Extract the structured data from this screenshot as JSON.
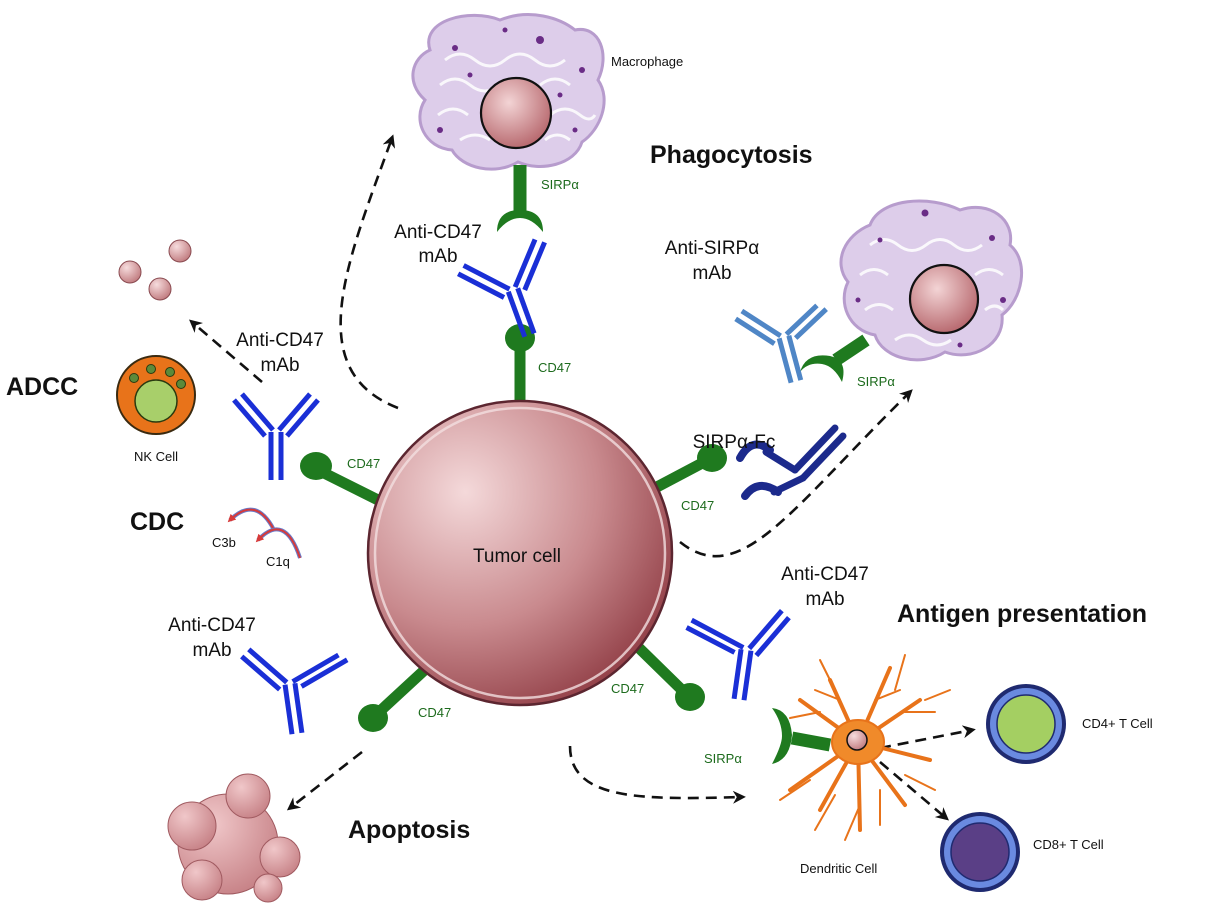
{
  "labels": {
    "tumor_cell": "Tumor cell",
    "macrophage": "Macrophage",
    "phagocytosis": "Phagocytosis",
    "sirpa": "SIRPα",
    "cd47": "CD47",
    "anti_cd47_mab_line1": "Anti-CD47",
    "mab": "mAb",
    "anti_sirpa_mab_line1": "Anti-SIRPα",
    "sirpa_fc": "SIRPα-Fc",
    "adcc": "ADCC",
    "nk_cell": "NK Cell",
    "cdc": "CDC",
    "c3b": "C3b",
    "c1q": "C1q",
    "apoptosis": "Apoptosis",
    "antigen_presentation": "Antigen presentation",
    "dendritic_cell": "Dendritic Cell",
    "cd4_t_cell": "CD4+ T Cell",
    "cd8_t_cell": "CD8+ T Cell"
  },
  "colors": {
    "cd47_green": "#1f7a1f",
    "antibody_blue": "#1a2fd6",
    "anti_sirpa_blue": "#4f86c6",
    "sirpa_fc_navy": "#1c2a8c",
    "tumor": "#b86a6f",
    "macrophage": "#d8c6e6",
    "nk_orange": "#e8731a",
    "nk_inner": "#a8cf6a",
    "cd4_fill": "#a4cf62",
    "cd8_fill": "#5a3f86",
    "t_cell_ring": "#4a6ad0",
    "dendritic": "#f08a2a"
  }
}
